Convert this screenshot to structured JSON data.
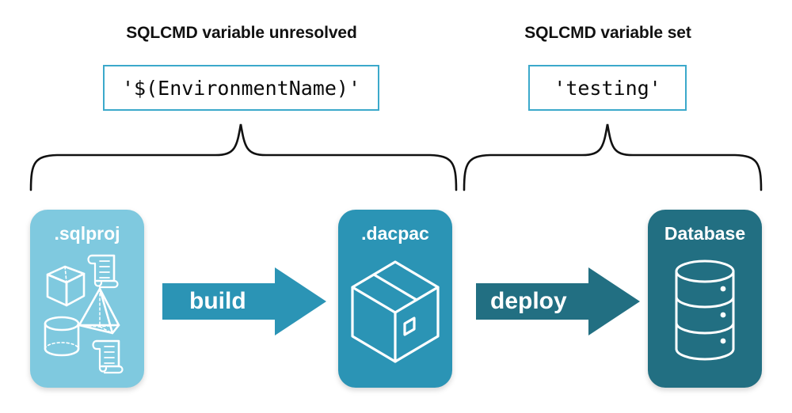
{
  "headings": {
    "unresolved": "SQLCMD variable unresolved",
    "set": "SQLCMD variable set"
  },
  "code_boxes": {
    "unresolved_value": "'$(EnvironmentName)'",
    "set_value": "'testing'"
  },
  "stages": [
    {
      "id": "sqlproj",
      "label": ".sqlproj",
      "color": "#7FC9DF"
    },
    {
      "id": "dacpac",
      "label": ".dacpac",
      "color": "#2B94B5"
    },
    {
      "id": "database",
      "label": "Database",
      "color": "#226F82"
    }
  ],
  "arrows": [
    {
      "id": "build",
      "label": "build",
      "color": "#2B94B5"
    },
    {
      "id": "deploy",
      "label": "deploy",
      "color": "#226F82"
    }
  ],
  "icons": {
    "sqlproj": [
      "cube-icon",
      "pyramid-icon",
      "cylinder-icon",
      "scroll-icon",
      "scroll-icon"
    ],
    "dacpac": "package-box-icon",
    "database": "database-cylinder-icon"
  },
  "colors": {
    "light_teal": "#7FC9DF",
    "mid_teal": "#2B94B5",
    "dark_teal": "#226F82",
    "border_teal": "#3CA9CB",
    "brace_black": "#111111",
    "background": "#FFFFFF",
    "text_dark": "#111111",
    "text_light": "#FFFFFF"
  }
}
